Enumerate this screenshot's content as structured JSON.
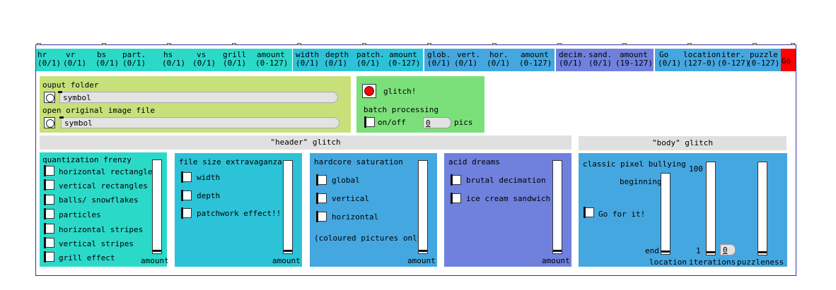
{
  "header_params": {
    "hr": {
      "name": "hr",
      "range": "(0/1)"
    },
    "vr": {
      "name": "vr",
      "range": "(0/1)"
    },
    "bs": {
      "name": "bs",
      "range": "(0/1)"
    },
    "part": {
      "name": "part.",
      "range": "(0/1)"
    },
    "hs": {
      "name": "hs",
      "range": "(0/1)"
    },
    "vs": {
      "name": "vs",
      "range": "(0/1)"
    },
    "grill": {
      "name": "grill",
      "range": "(0/1)"
    },
    "amount1": {
      "name": "amount",
      "range": "(0-127)"
    },
    "width": {
      "name": "width",
      "range": "(0/1)"
    },
    "depth": {
      "name": "depth",
      "range": "(0/1)"
    },
    "patch": {
      "name": "patch.",
      "range": "(0/1)"
    },
    "amount2": {
      "name": "amount",
      "range": "(0-127)"
    },
    "glob": {
      "name": "glob.",
      "range": "(0/1)"
    },
    "vert": {
      "name": "vert.",
      "range": "(0/1)"
    },
    "hor": {
      "name": "hor.",
      "range": "(0/1)"
    },
    "amount3": {
      "name": "amount",
      "range": "(0-127)"
    },
    "decim": {
      "name": "decim.",
      "range": "(0/1)"
    },
    "sand": {
      "name": "sand.",
      "range": "(0/1)"
    },
    "amount4": {
      "name": "amount",
      "range": "(19-127)"
    },
    "go": {
      "name": "Go",
      "range": "(0/1)"
    },
    "location": {
      "name": "location",
      "range": "(127-0)"
    },
    "iter": {
      "name": "iter.",
      "range": "(0-127)"
    },
    "puzzle": {
      "name": "puzzle",
      "range": "(0-127)"
    },
    "go_red": "Go"
  },
  "io": {
    "output_folder_label": "ouput folder",
    "output_symbol": "symbol",
    "open_image_label": "open original image file",
    "open_symbol": "symbol"
  },
  "glitch": {
    "glitch_label": "glitch!",
    "batch_label": "batch processing",
    "onoff_label": "on/off",
    "pics_value": "0",
    "pics_label": "pics"
  },
  "sections": {
    "header_glitch": "\"header\" glitch",
    "body_glitch": "\"body\" glitch"
  },
  "quantization": {
    "title": "quantization frenzy",
    "options": [
      "horizontal rectangles",
      "vertical rectangles",
      "balls/ snowflakes",
      "particles",
      "horizontal stripes",
      "vertical stripes",
      "grill effect"
    ],
    "amount_label": "amount"
  },
  "filesize": {
    "title": "file size extravaganza",
    "options": [
      "width",
      "depth",
      "patchwork effect!!"
    ],
    "amount_label": "amount"
  },
  "hardcore": {
    "title": "hardcore saturation",
    "options": [
      "global",
      "vertical",
      "horizontal"
    ],
    "note": "(coloured pictures only)",
    "amount_label": "amount"
  },
  "acid": {
    "title": "acid dreams",
    "options": [
      "brutal decimation",
      "ice cream sandwich"
    ],
    "amount_label": "amount"
  },
  "pixel": {
    "title": "classic pixel bullying",
    "beginning": "beginning",
    "end": "end",
    "go_label": "Go for it!",
    "max_label": "100",
    "min_label": "1",
    "iter_value": "0",
    "location_label": "location",
    "iterations_label": "iterations",
    "puzzleness_label": "puzzleness"
  },
  "colors": {
    "turquoise": "#2bd9c9",
    "cyan": "#2cc3d8",
    "blue": "#44a7e0",
    "purple": "#6f81dd",
    "lime": "#c8e07a",
    "green": "#7be07a",
    "red": "#ff0000"
  }
}
